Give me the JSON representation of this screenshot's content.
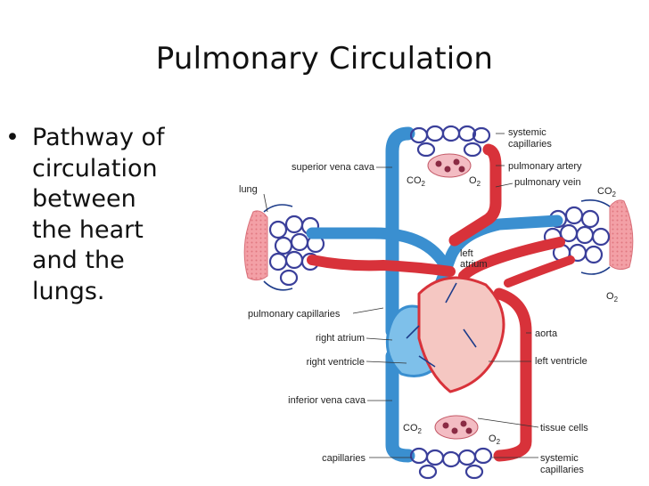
{
  "slide": {
    "title": "Pulmonary Circulation",
    "bullet_lines": [
      "Pathway of",
      "circulation",
      "between",
      "the heart",
      "and the",
      "lungs."
    ]
  },
  "diagram": {
    "labels": {
      "systemic_capillaries_top_1": "systemic",
      "systemic_capillaries_top_2": "capillaries",
      "superior_vena_cava": "superior vena cava",
      "pulmonary_artery": "pulmonary artery",
      "pulmonary_vein": "pulmonary vein",
      "lung": "lung",
      "left_atrium_1": "left",
      "left_atrium_2": "atrium",
      "pulmonary_capillaries": "pulmonary capillaries",
      "right_atrium": "right atrium",
      "right_ventricle": "right ventricle",
      "aorta": "aorta",
      "left_ventricle": "left ventricle",
      "inferior_vena_cava": "inferior vena cava",
      "tissue_cells": "tissue cells",
      "capillaries": "capillaries",
      "systemic_capillaries_bottom_1": "systemic",
      "systemic_capillaries_bottom_2": "capillaries"
    },
    "gas": {
      "co2": "CO",
      "o2": "O",
      "sub2": "2"
    },
    "colors": {
      "deoxygenated": "#3a8fd0",
      "oxygenated": "#d8323a",
      "capillary_blue": "#3a3f9a",
      "lung_tissue": "#f3a0a6",
      "heart_tissue": "#f5c7c2"
    }
  }
}
